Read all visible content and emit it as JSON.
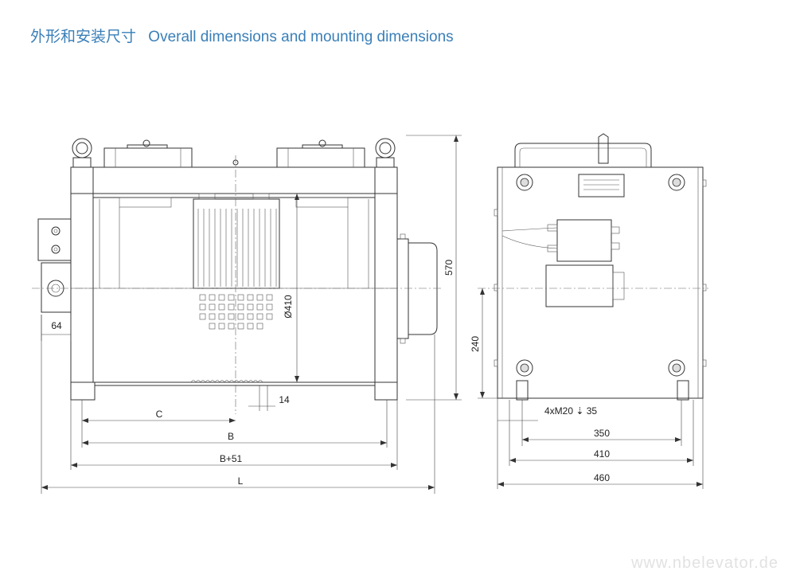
{
  "title": {
    "zh": "外形和安装尺寸",
    "en": "Overall dimensions and mounting dimensions"
  },
  "front_view": {
    "dims": {
      "width_64": "64",
      "diameter": "Ø410",
      "height": "570",
      "slot": "14",
      "c": "C",
      "b": "B",
      "b51": "B+51",
      "l": "L"
    }
  },
  "side_view": {
    "dims": {
      "center_height": "240",
      "bolts": "4xM20 ⇣ 35",
      "span_350": "350",
      "span_410": "410",
      "span_460": "460"
    }
  },
  "watermark": "www.nbelevator.de"
}
